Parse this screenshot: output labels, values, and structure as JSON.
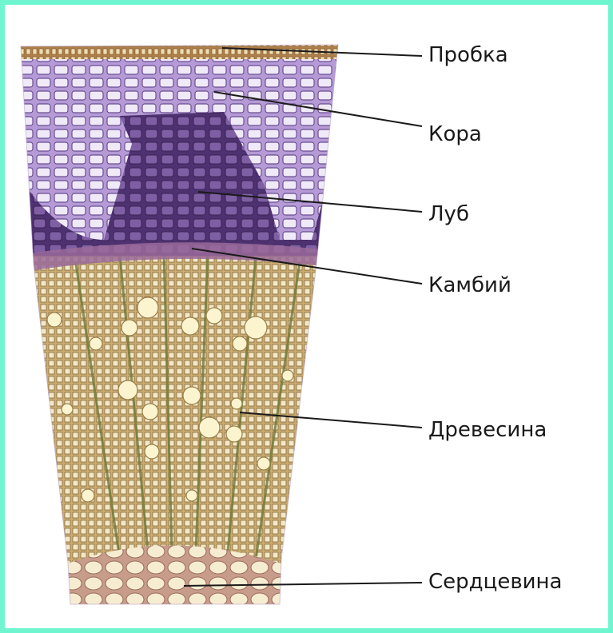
{
  "diagram": {
    "labels": {
      "cork": "Пробка",
      "bark": "Кора",
      "bast": "Луб",
      "cambium": "Камбий",
      "wood": "Древесина",
      "pith": "Сердцевина"
    },
    "colors": {
      "frame_border": "#6ff5d0",
      "cork": "#c79e66",
      "bark": "#a88ccc",
      "bast": "#5a3a7a",
      "cambium": "#9a6a9a",
      "wood": "#c8b07a",
      "pith": "#e8d6a8",
      "leader": "#1a1a1a"
    }
  }
}
